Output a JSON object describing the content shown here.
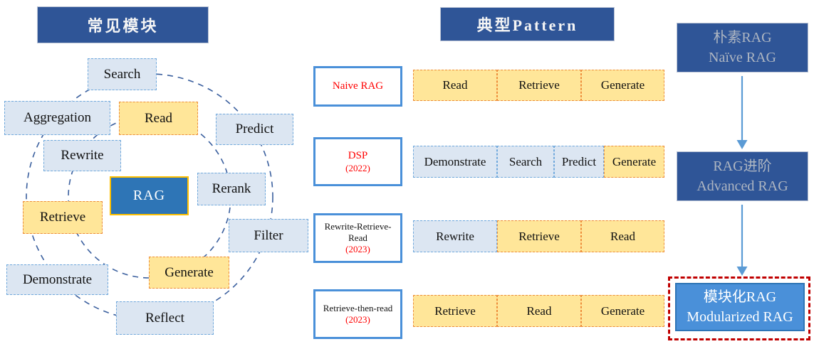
{
  "left": {
    "header": "常见模块",
    "modules": [
      {
        "label": "Search",
        "type": "blue"
      },
      {
        "label": "Aggregation",
        "type": "blue"
      },
      {
        "label": "Read",
        "type": "yellow"
      },
      {
        "label": "Predict",
        "type": "blue"
      },
      {
        "label": "Rewrite",
        "type": "blue"
      },
      {
        "label": "Rerank",
        "type": "blue"
      },
      {
        "label": "RAG",
        "type": "center"
      },
      {
        "label": "Retrieve",
        "type": "yellow"
      },
      {
        "label": "Filter",
        "type": "blue"
      },
      {
        "label": "Generate",
        "type": "yellow"
      },
      {
        "label": "Demonstrate",
        "type": "blue"
      },
      {
        "label": "Reflect",
        "type": "blue"
      }
    ]
  },
  "middle": {
    "header": "典型Pattern",
    "rows": [
      {
        "label": {
          "title": "Naive RAG",
          "year": ""
        },
        "steps": [
          {
            "label": "Read",
            "type": "yellow"
          },
          {
            "label": "Retrieve",
            "type": "yellow"
          },
          {
            "label": "Generate",
            "type": "yellow"
          }
        ]
      },
      {
        "label": {
          "title": "DSP",
          "year": "(2022)"
        },
        "steps": [
          {
            "label": "Demonstrate",
            "type": "blue"
          },
          {
            "label": "Search",
            "type": "blue"
          },
          {
            "label": "Predict",
            "type": "blue"
          },
          {
            "label": "Generate",
            "type": "yellow"
          }
        ]
      },
      {
        "label": {
          "title": "Rewrite-Retrieve-Read",
          "year": "(2023)"
        },
        "steps": [
          {
            "label": "Rewrite",
            "type": "blue"
          },
          {
            "label": "Retrieve",
            "type": "yellow"
          },
          {
            "label": "Read",
            "type": "yellow"
          }
        ]
      },
      {
        "label": {
          "title": "Retrieve-then-read",
          "year": "(2023)"
        },
        "steps": [
          {
            "label": "Retrieve",
            "type": "yellow"
          },
          {
            "label": "Read",
            "type": "yellow"
          },
          {
            "label": "Generate",
            "type": "yellow"
          }
        ]
      }
    ]
  },
  "right": {
    "stages": [
      {
        "line1": "朴素RAG",
        "line2": "Naïve RAG"
      },
      {
        "line1": "RAG进阶",
        "line2": "Advanced RAG"
      },
      {
        "line1": "模块化RAG",
        "line2": "Modularized RAG"
      }
    ]
  },
  "colors": {
    "dark_blue": "#2F5597",
    "rag_center_blue": "#2E75B6",
    "modular_blue": "#4A90D9",
    "light_blue_fill": "#DCE6F2",
    "blue_dash_border": "#6FA8DC",
    "yellow_fill": "#FFE699",
    "orange_dash_border": "#ED8C3A",
    "gold_border": "#FFC000",
    "label_box_border": "#4A90D9",
    "red_text": "#FF0000",
    "highlight_red": "#C00000",
    "arrow_blue": "#5B9BD5",
    "circle_dash_blue": "#3A5F9E",
    "stage_gray_text": "#AEB6C2"
  }
}
